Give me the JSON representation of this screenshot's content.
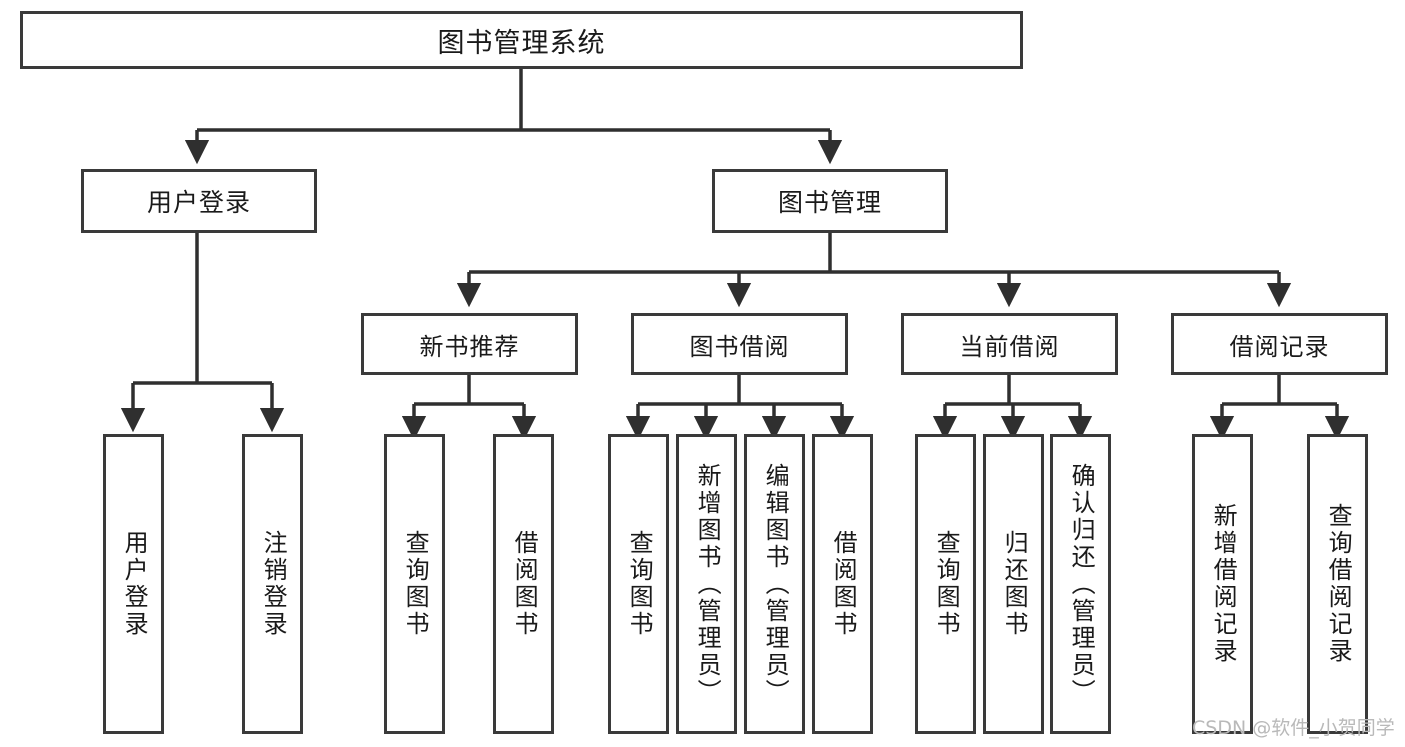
{
  "diagram": {
    "title": "图书管理系统",
    "type": "tree",
    "watermark": "CSDN @软件_小贺同学",
    "colors": {
      "box_border": "#3a3a3a",
      "box_fill": "#ffffff",
      "edge": "#2f2f2f",
      "text": "#1a1a1a",
      "watermark": "#b9b9b9",
      "background": "#ffffff"
    }
  },
  "nodes": {
    "root": {
      "label": "图书管理系统"
    },
    "level1": [
      {
        "label": "用户登录"
      },
      {
        "label": "图书管理"
      }
    ],
    "level2": [
      {
        "label": "新书推荐"
      },
      {
        "label": "图书借阅"
      },
      {
        "label": "当前借阅"
      },
      {
        "label": "借阅记录"
      }
    ],
    "leaves": [
      {
        "label": "用户登录",
        "parent": "用户登录"
      },
      {
        "label": "注销登录",
        "parent": "用户登录"
      },
      {
        "label": "查询图书",
        "parent": "新书推荐"
      },
      {
        "label": "借阅图书",
        "parent": "新书推荐"
      },
      {
        "label": "查询图书",
        "parent": "图书借阅"
      },
      {
        "label": "新增图书（管理员）",
        "parent": "图书借阅"
      },
      {
        "label": "编辑图书（管理员）",
        "parent": "图书借阅"
      },
      {
        "label": "借阅图书",
        "parent": "图书借阅"
      },
      {
        "label": "查询图书",
        "parent": "当前借阅"
      },
      {
        "label": "归还图书",
        "parent": "当前借阅"
      },
      {
        "label": "确认归还（管理员）",
        "parent": "当前借阅"
      },
      {
        "label": "新增借阅记录",
        "parent": "借阅记录"
      },
      {
        "label": "查询借阅记录",
        "parent": "借阅记录"
      }
    ]
  }
}
